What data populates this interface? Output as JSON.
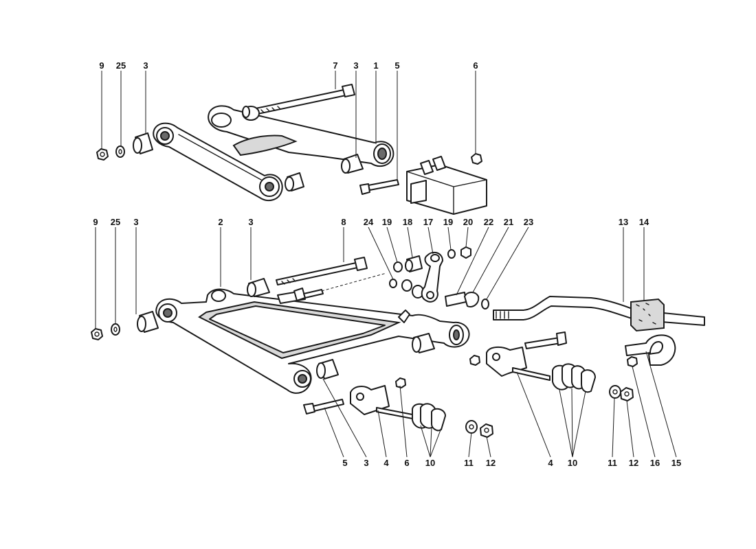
{
  "diagram": {
    "top_assembly": {
      "callouts": [
        "9",
        "25",
        "3",
        "7",
        "3",
        "1",
        "5",
        "6"
      ]
    },
    "bottom_assembly": {
      "callouts": [
        "9",
        "25",
        "3",
        "2",
        "3",
        "8",
        "24",
        "19",
        "18",
        "17",
        "19",
        "20",
        "22",
        "21",
        "23",
        "13",
        "14"
      ],
      "bottom_callouts": [
        "5",
        "3",
        "4",
        "6",
        "10",
        "11",
        "12",
        "4",
        "10",
        "11",
        "12",
        "16",
        "15"
      ]
    }
  }
}
